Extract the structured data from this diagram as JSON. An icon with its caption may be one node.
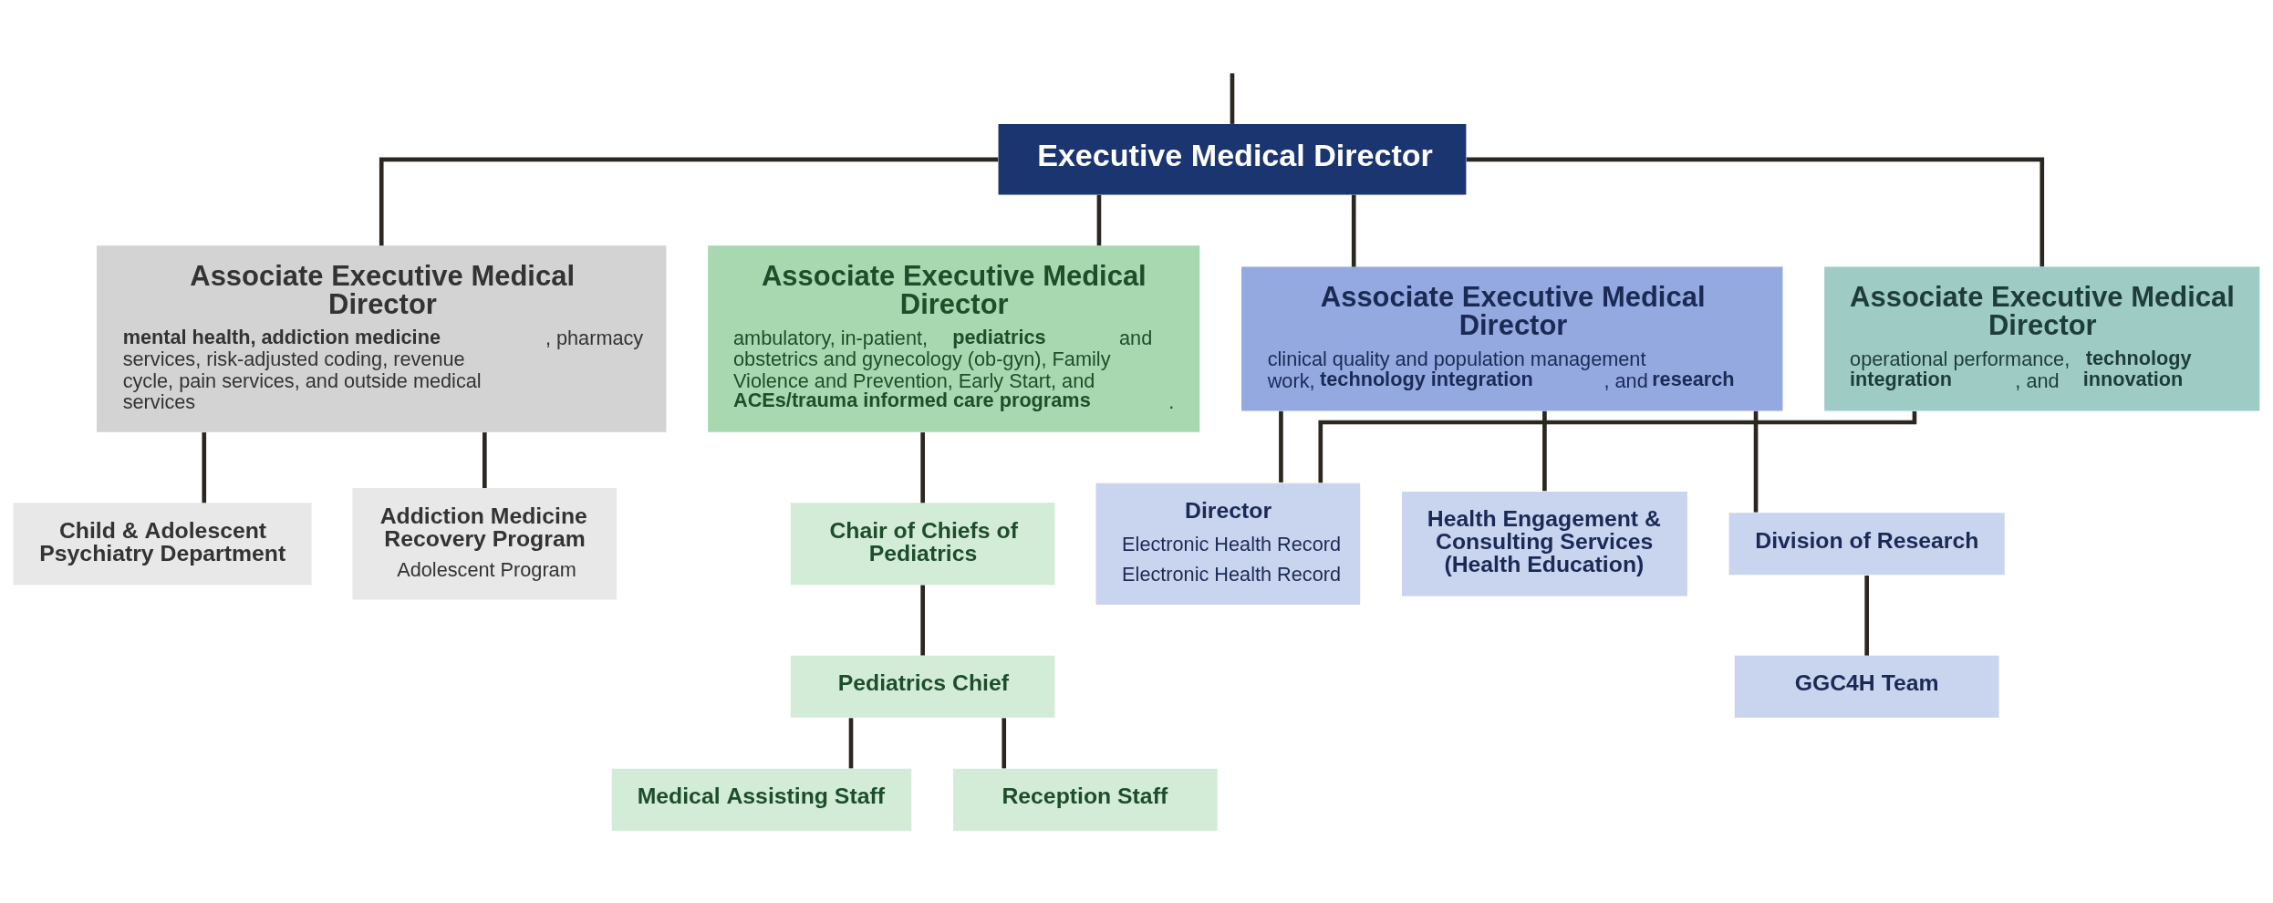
{
  "diagram": {
    "nodes": [
      {
        "text": [
          "Executive Medical Director"
        ]
      },
      {
        "text": [
          "Associate Executive Medical Director",
          "**mental health, addiction medicine**, pharmacy services, risk-adjusted coding, revenue cycle, pain services, and outside medical services"
        ]
      },
      {
        "text": [
          "Associate Executive Medical Director",
          "ambulatory, in-patient, **pediatrics** and obstetrics and gynecology (ob-gyn), Family Violence and Prevention, Early Start, and **ACEs/trauma informed care programs**."
        ]
      },
      {
        "text": [
          "Associate Executive Medical Director",
          "clinical quality and population management work, **technology integration**, and **research**"
        ]
      },
      {
        "text": [
          "Associate Executive Medical Director",
          "operational performance, **technology integration**, and **innovation**"
        ]
      },
      {
        "text": [
          "Child & Adolescent Psychiatry Department"
        ]
      },
      {
        "text": [
          "Addiction Medicine Recovery Program",
          "Adolescent Program"
        ]
      },
      {
        "text": [
          "Chair of Chiefs of Pediatrics"
        ]
      },
      {
        "text": [
          "Pediatrics Chief"
        ]
      },
      {
        "text": [
          "Medical Assisting Staff"
        ]
      },
      {
        "text": [
          "Reception Staff"
        ]
      },
      {
        "text": [
          "Director",
          "Electronic Health Record",
          "Electronic Health Record"
        ]
      },
      {
        "text": [
          "Health Engagement & Consulting Services (Health Education)"
        ]
      },
      {
        "text": [
          "Division of Research"
        ]
      },
      {
        "text": [
          "GGC4H Team"
        ]
      }
    ],
    "edges": [
      {
        "from": null,
        "to": 0,
        "arrow": "none"
      },
      {
        "from": 0,
        "to": 1,
        "arrow": "none"
      },
      {
        "from": 0,
        "to": 2,
        "arrow": "none"
      },
      {
        "from": 0,
        "to": 3,
        "arrow": "none"
      },
      {
        "from": 0,
        "to": 4,
        "arrow": "none"
      },
      {
        "from": 1,
        "to": 5,
        "arrow": "none"
      },
      {
        "from": 1,
        "to": 6,
        "arrow": "none"
      },
      {
        "from": 2,
        "to": 7,
        "arrow": "none"
      },
      {
        "from": 7,
        "to": 8,
        "arrow": "none"
      },
      {
        "from": 8,
        "to": 9,
        "arrow": "none"
      },
      {
        "from": 8,
        "to": 10,
        "arrow": "none"
      },
      {
        "from": 3,
        "to": 11,
        "arrow": "none"
      },
      {
        "from": 3,
        "to": 12,
        "arrow": "none"
      },
      {
        "from": 3,
        "to": 13,
        "arrow": "none"
      },
      {
        "from": 13,
        "to": 14,
        "arrow": "none"
      },
      {
        "from": 4,
        "to": 11,
        "arrow": "none"
      }
    ]
  }
}
